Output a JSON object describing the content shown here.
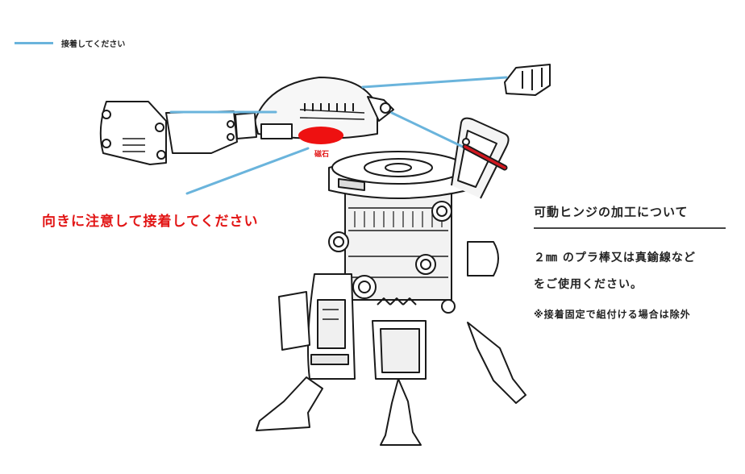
{
  "legend": {
    "label": "接着してください",
    "line_color": "#6ab4dc"
  },
  "magnet": {
    "label": "磁石",
    "color": "#ee1111"
  },
  "warning": {
    "text": "向きに注意して接着してください",
    "color": "#e21515"
  },
  "hinge_note": {
    "title": "可動ヒンジの加工について",
    "line1": "２㎜ のプラ棒又は真鍮線など",
    "line2": "をご使用ください。",
    "footnote": "※接着固定で組付ける場合は除外"
  }
}
